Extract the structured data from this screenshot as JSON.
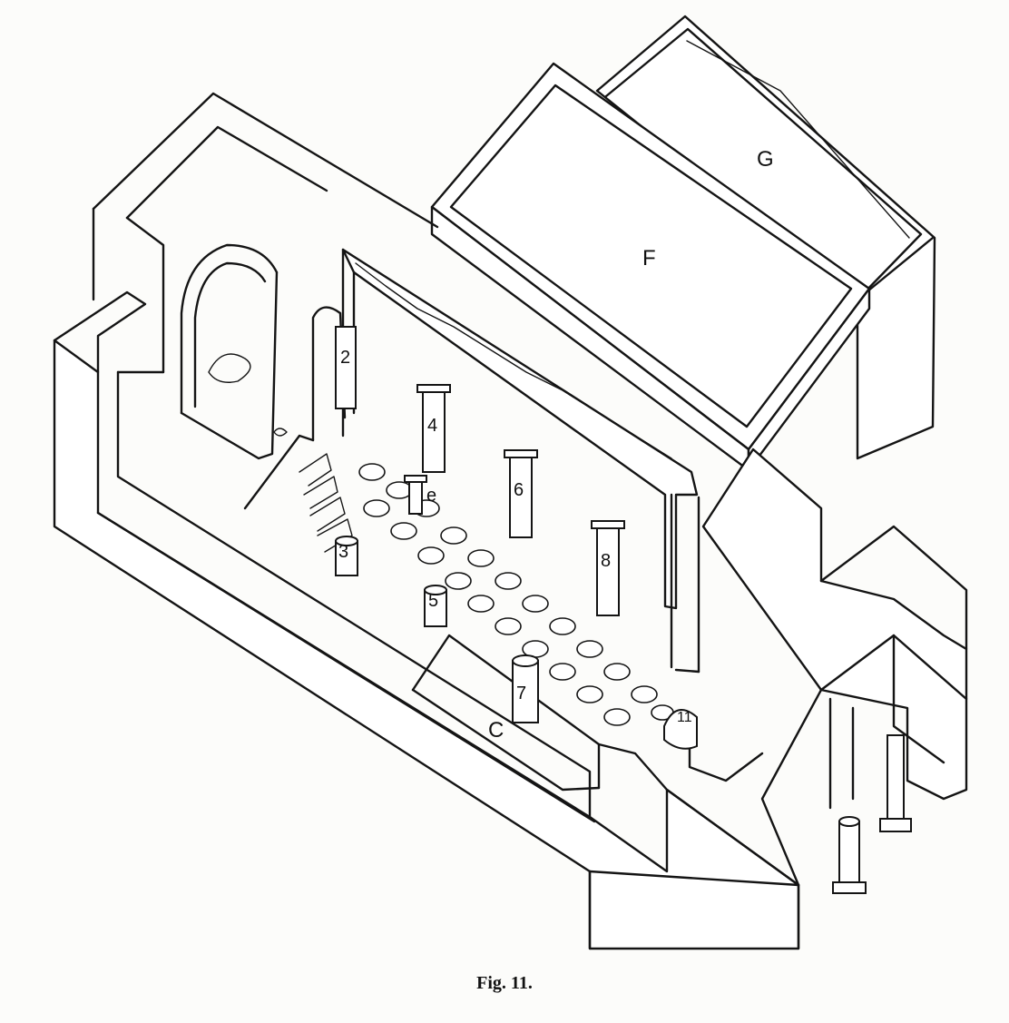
{
  "caption": "Fig. 11.",
  "rooms": {
    "c": "C",
    "f": "F",
    "g": "G"
  },
  "column_numbers": {
    "n2": "2",
    "n3": "3",
    "n4": "4",
    "n5": "5",
    "n6": "6",
    "n7": "7",
    "n8": "8",
    "n11": "11"
  },
  "marks": {
    "e": "e"
  }
}
